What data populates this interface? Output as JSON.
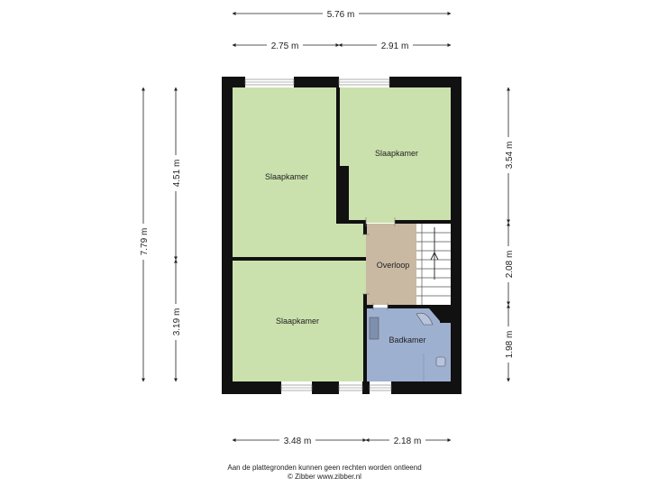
{
  "dimensions": {
    "top_total": "5.76 m",
    "top_left": "2.75 m",
    "top_right": "2.91 m",
    "bottom_left": "3.48 m",
    "bottom_right": "2.18 m",
    "left_total": "7.79 m",
    "left_upper": "4.51 m",
    "left_lower": "3.19 m",
    "right_upper": "3.54 m",
    "right_middle": "2.08 m",
    "right_lower": "1.98 m"
  },
  "rooms": {
    "bedroom_1": "Slaapkamer",
    "bedroom_2": "Slaapkamer",
    "bedroom_3": "Slaapkamer",
    "landing": "Overloop",
    "bathroom": "Badkamer"
  },
  "colors": {
    "wall": "#111111",
    "bedroom_fill": "#cbe1ad",
    "landing_fill": "#c9b9a3",
    "bathroom_fill": "#9eb0d0",
    "stair_fill": "#ffffff"
  },
  "footer": {
    "disclaimer": "Aan de plattegronden kunnen geen rechten worden ontleend",
    "copyright": "© Zibber www.zibber.nl"
  }
}
